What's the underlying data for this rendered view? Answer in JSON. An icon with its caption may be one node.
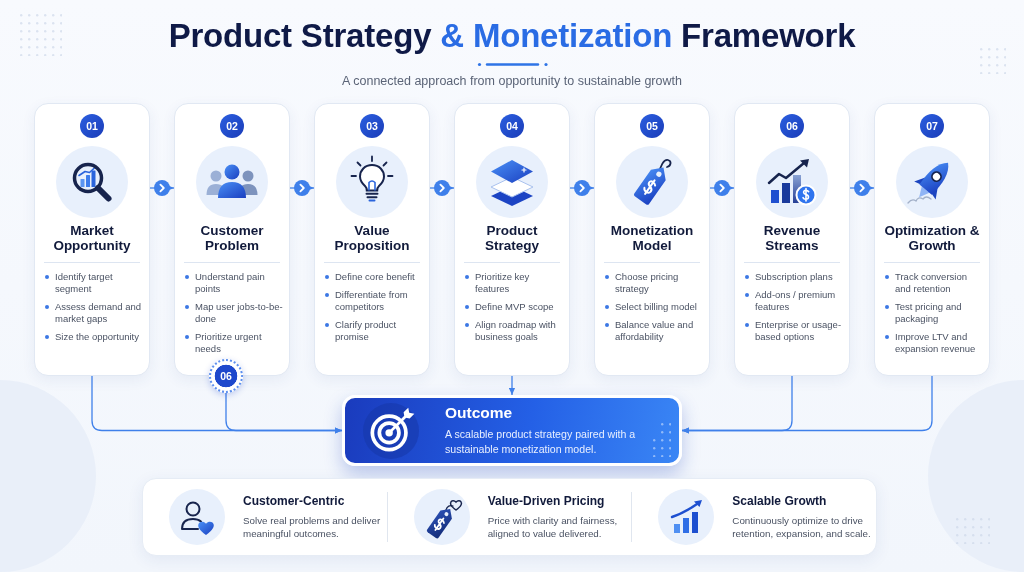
{
  "diagram": {
    "title": "Product Strategy **& Monetization** Framework",
    "nodes": [
      {
        "text": [
          "Market Opportunity",
          "Identify target segment",
          "Assess demand and market gaps",
          "Size the opportunity"
        ]
      },
      {
        "text": [
          "01"
        ],
        "in": 0
      },
      {
        "text": [
          "Customer Problem",
          "Understand pain points",
          "Map user jobs-to-be-done",
          "Prioritize urgent needs"
        ]
      },
      {
        "text": [
          "02"
        ],
        "in": 2
      },
      {
        "text": [
          "Value Proposition",
          "Define core benefit",
          "Differentiate from competitors",
          "Clarify product promise"
        ]
      },
      {
        "text": [
          "03"
        ],
        "in": 4
      },
      {
        "text": [
          "Product Strategy",
          "Prioritize key features",
          "Define MVP scope",
          "Align roadmap with business goals"
        ]
      },
      {
        "text": [
          "04"
        ],
        "in": 6
      },
      {
        "text": [
          "Monetization Model",
          "Choose pricing strategy",
          "Select billing model",
          "Balance value and affordability"
        ]
      },
      {
        "text": [
          "05"
        ],
        "in": 8
      },
      {
        "text": [
          "Revenue Streams",
          "Subscription plans",
          "Add-ons / premium features",
          "Enterprise or usage-based options"
        ]
      },
      {
        "text": [
          "06"
        ],
        "in": 10
      },
      {
        "text": [
          "Optimization & Growth",
          "Track conversion and retention",
          "Test pricing and packaging",
          "Improve LTV and expansion revenue"
        ]
      },
      {
        "text": [
          "07"
        ],
        "in": 12
      },
      {
        "text": [
          "06"
        ]
      },
      {
        "text": [
          "Outcome",
          "A scalable product strategy paired with a sustainable monetization model."
        ]
      },
      {
        "text": [
          "Customer-Centric",
          "Solve real problems and deliver meaningful outcomes.",
          "Value-Driven Pricing",
          "Price with clarity and fairness, aligned to value delivered.",
          "Scalable Growth",
          "Continuously optimize to drive retention, expansion, and scale."
        ]
      }
    ],
    "edges": [
      {
        "from": 0,
        "to": 2,
        "arrow": "to"
      },
      {
        "from": 2,
        "to": 4,
        "arrow": "to"
      },
      {
        "from": 4,
        "to": 6,
        "arrow": "to"
      },
      {
        "from": 6,
        "to": 8,
        "arrow": "to"
      },
      {
        "from": 8,
        "to": 10,
        "arrow": "to"
      },
      {
        "from": 10,
        "to": 12,
        "arrow": "to"
      },
      {
        "from": 0,
        "to": 15,
        "arrow": "to"
      },
      {
        "from": 14,
        "to": 15,
        "arrow": "to"
      },
      {
        "from": 6,
        "to": 15,
        "arrow": "to"
      },
      {
        "from": 10,
        "to": 15,
        "arrow": "to"
      },
      {
        "from": 12,
        "to": 15,
        "arrow": "to"
      }
    ],
    "labels": [
      "A connected approach from opportunity to sustainable growth"
    ]
  }
}
